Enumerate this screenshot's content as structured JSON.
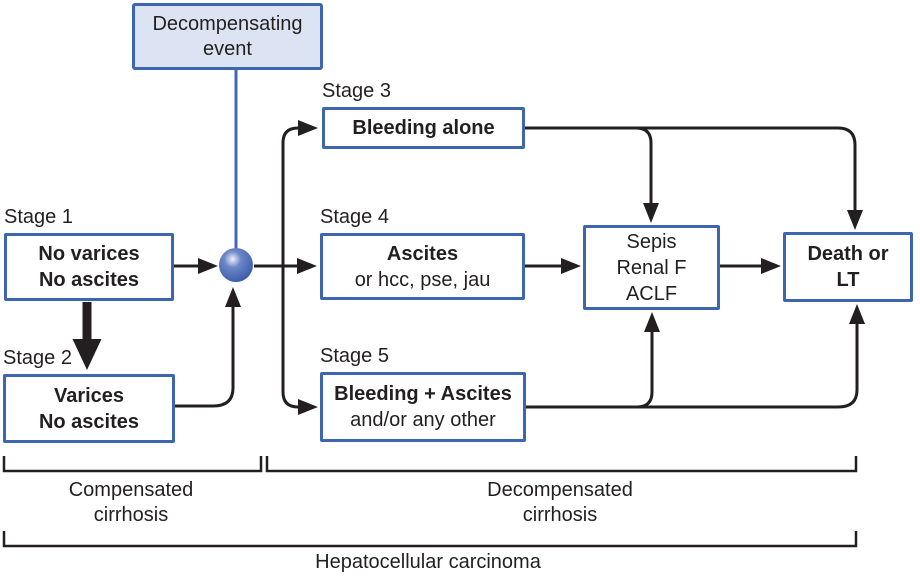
{
  "event_box": {
    "line1": "Decompensating",
    "line2": "event"
  },
  "stage1": {
    "label": "Stage 1",
    "line1": "No varices",
    "line2": "No ascites"
  },
  "stage2": {
    "label": "Stage 2",
    "line1": "Varices",
    "line2": "No ascites"
  },
  "stage3": {
    "label": "Stage 3",
    "line1": "Bleeding alone"
  },
  "stage4": {
    "label": "Stage 4",
    "line1": "Ascites",
    "line2": "or hcc, pse, jau"
  },
  "stage5": {
    "label": "Stage 5",
    "line1": "Bleeding + Ascites",
    "line2": "and/or any other"
  },
  "sepis_box": {
    "line1": "Sepis",
    "line2": "Renal F",
    "line3": "ACLF"
  },
  "death_box": {
    "line1": "Death or",
    "line2": "LT"
  },
  "bracket_compensated": {
    "line1": "Compensated",
    "line2": "cirrhosis"
  },
  "bracket_decompensated": {
    "line1": "Decompensated",
    "line2": "cirrhosis"
  },
  "bracket_hcc": {
    "label": "Hepatocellular carcinoma"
  },
  "colors": {
    "box_border": "#3d65b0",
    "event_box_fill": "#dce4f3",
    "box_fill": "#ffffff",
    "connector": "#231f20",
    "event_line": "#4268b3",
    "text": "#231f20",
    "background": "#ffffff",
    "sphere_gradient_center": "#eef2fa",
    "sphere_gradient_mid": "#6e87c8",
    "sphere_gradient_edge": "#3a5aa8"
  }
}
